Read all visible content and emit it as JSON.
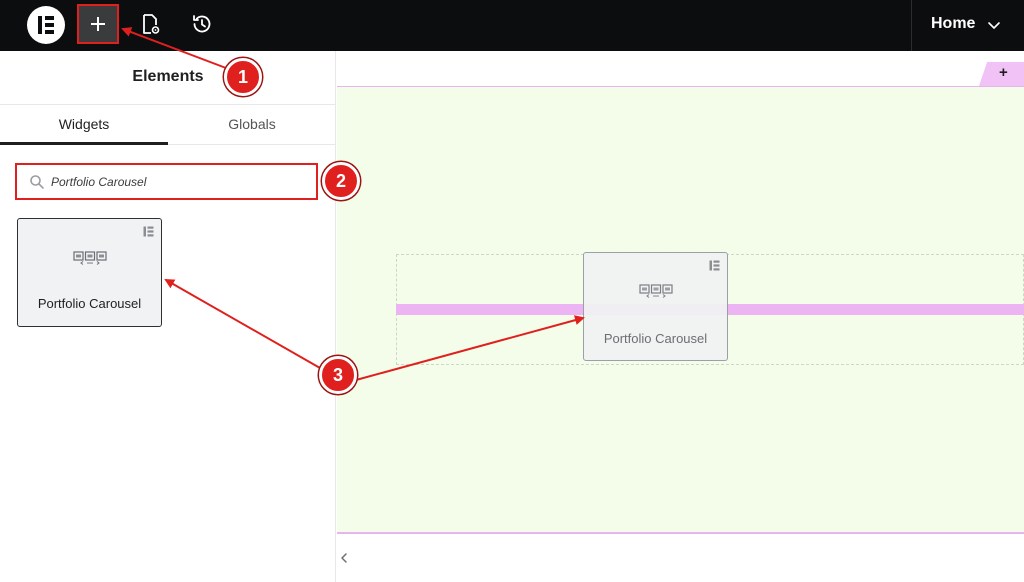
{
  "topbar": {
    "logo_icon": "elementor-logo-icon",
    "add_icon": "plus-icon",
    "page_settings_icon": "page-settings-icon",
    "history_icon": "history-icon",
    "page_selector": "Home",
    "page_selector_icon": "chevron-down-icon",
    "highlight_color": "#e0201e"
  },
  "panel": {
    "title": "Elements",
    "tabs": [
      {
        "label": "Widgets",
        "active": true
      },
      {
        "label": "Globals",
        "active": false
      }
    ],
    "search": {
      "value": "Portfolio Carousel",
      "icon": "search-icon"
    },
    "widgets": [
      {
        "label": "Portfolio Carousel",
        "icon": "portfolio-carousel-icon",
        "badge_icon": "pro-badge-icon"
      }
    ],
    "collapse_icon": "chevron-left-icon"
  },
  "canvas": {
    "section_handle_label": "+",
    "dragged_widget": {
      "label": "Portfolio Carousel",
      "icon": "portfolio-carousel-icon",
      "badge_icon": "pro-badge-icon"
    },
    "drop_indicator_color": "#edb4f4",
    "section_background": "#f3fde9"
  },
  "annotations": {
    "color": "#e0201e",
    "steps": [
      "1",
      "2",
      "3"
    ]
  }
}
